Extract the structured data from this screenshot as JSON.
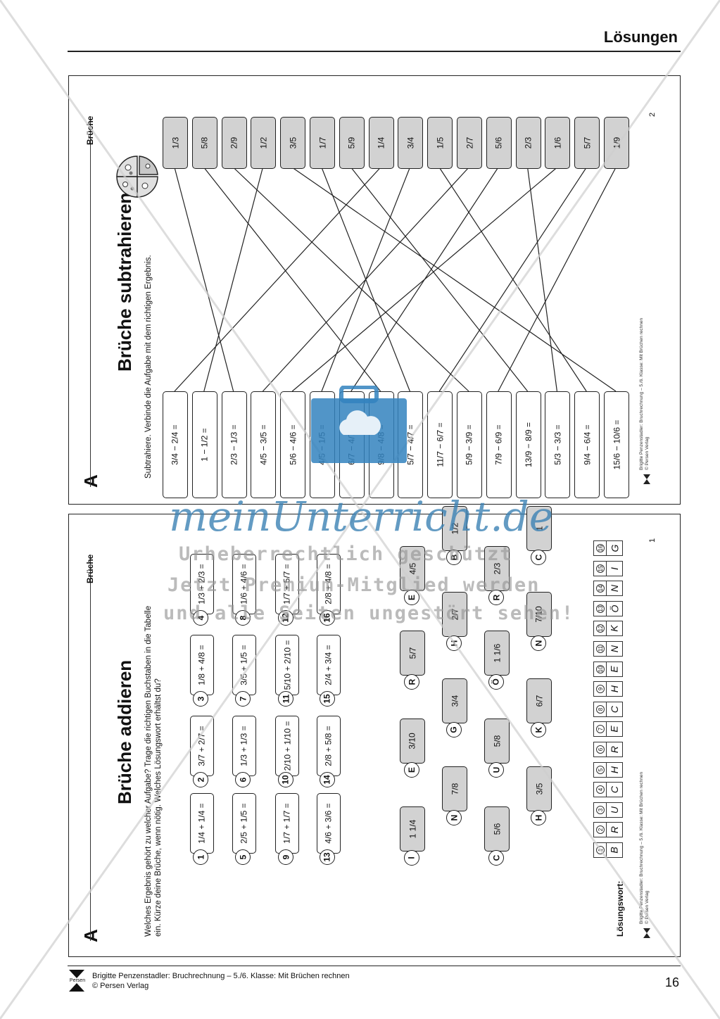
{
  "header": {
    "title": "Lösungen"
  },
  "top_sheet": {
    "corner_letter": "A",
    "category": "Brüche",
    "title": "Brüche subtrahieren",
    "instruction": "Subtrahiere. Verbinde die Aufgabe mit dem richtigen Ergebnis.",
    "page_number": "2",
    "tasks": [
      "3/4 − 2/4 =",
      "1 − 1/2 =",
      "2/3 − 1/3 =",
      "4/5 − 3/5 =",
      "5/6 − 4/6 =",
      "4/5 − 1/5 =",
      "6/7 − 4/7 =",
      "9/8 − 4/8 =",
      "5/7 − 4/7 =",
      "11/7 − 6/7 =",
      "5/9 − 3/9 =",
      "7/9 − 6/9 =",
      "13/9 − 8/9 =",
      "5/3 − 3/3 =",
      "9/4 − 6/4 =",
      "15/6 − 10/6 ="
    ],
    "results": [
      "1/3",
      "5/8",
      "2/9",
      "1/2",
      "3/5",
      "1/7",
      "5/9",
      "1/4",
      "3/4",
      "1/5",
      "2/7",
      "5/6",
      "2/3",
      "1/6",
      "5/7",
      "1/9"
    ],
    "footer_lines": [
      "Brigitte Penzenstadler: Bruchrechnung – 5./6. Klasse: Mit Brüchen rechnen",
      "© Persen Verlag"
    ]
  },
  "bottom_sheet": {
    "corner_letter": "A",
    "category": "Brüche",
    "title": "Brüche addieren",
    "instruction_lines": [
      "Welches Ergebnis gehört zu welcher Aufgabe? Trage die richtigen Buchstaben in die Tabelle",
      "ein. Kürze deine Brüche, wenn nötig. Welches Lösungswort erhältst du?"
    ],
    "page_number": "1",
    "tasks": [
      {
        "n": "1",
        "expr": "1/4 + 1/4 ="
      },
      {
        "n": "2",
        "expr": "3/7 + 2/7 ="
      },
      {
        "n": "3",
        "expr": "1/8 + 4/8 ="
      },
      {
        "n": "4",
        "expr": "1/3 + 2/3 ="
      },
      {
        "n": "5",
        "expr": "2/5 + 1/5 ="
      },
      {
        "n": "6",
        "expr": "1/3 + 1/3 ="
      },
      {
        "n": "7",
        "expr": "3/5 + 1/5 ="
      },
      {
        "n": "8",
        "expr": "1/6 + 4/6 ="
      },
      {
        "n": "9",
        "expr": "1/7 + 1/7 ="
      },
      {
        "n": "10",
        "expr": "2/10 + 1/10 ="
      },
      {
        "n": "11",
        "expr": "5/10 + 2/10 ="
      },
      {
        "n": "12",
        "expr": "1/7 + 5/7 ="
      },
      {
        "n": "13",
        "expr": "4/6 + 3/6 ="
      },
      {
        "n": "14",
        "expr": "2/8 + 5/8 ="
      },
      {
        "n": "15",
        "expr": "2/4 + 3/4 ="
      },
      {
        "n": "16",
        "expr": "2/8 + 4/8 ="
      }
    ],
    "answers": [
      {
        "letter": "I",
        "value": "1 1/4"
      },
      {
        "letter": "E",
        "value": "3/10"
      },
      {
        "letter": "R",
        "value": "5/7"
      },
      {
        "letter": "E",
        "value": "4/5"
      },
      {
        "letter": "N",
        "value": "7/8"
      },
      {
        "letter": "G",
        "value": "3/4"
      },
      {
        "letter": "H",
        "value": "2/7"
      },
      {
        "letter": "B",
        "value": "1/2"
      },
      {
        "letter": "C",
        "value": "5/6"
      },
      {
        "letter": "U",
        "value": "5/8"
      },
      {
        "letter": "Ö",
        "value": "1 1/6"
      },
      {
        "letter": "R",
        "value": "2/3"
      },
      {
        "letter": "H",
        "value": "3/5"
      },
      {
        "letter": "K",
        "value": "6/7"
      },
      {
        "letter": "N",
        "value": "7/10"
      },
      {
        "letter": "C",
        "value": "1"
      }
    ],
    "solution_label": "Lösungswort:",
    "solution_numbers": [
      "1",
      "2",
      "3",
      "4",
      "5",
      "6",
      "7",
      "8",
      "9",
      "10",
      "11",
      "12",
      "13",
      "14",
      "15",
      "16"
    ],
    "solution_letters": [
      "B",
      "R",
      "U",
      "C",
      "H",
      "R",
      "E",
      "C",
      "H",
      "E",
      "N",
      "K",
      "Ö",
      "N",
      "I",
      "G"
    ],
    "footer_lines": [
      "Brigitte Penzenstadler: Bruchrechnung – 5./6. Klasse: Mit Brüchen rechnen",
      "© Persen Verlag"
    ]
  },
  "footer": {
    "publisher_logo": "Persen",
    "line1": "Brigitte Penzenstadler: Bruchrechnung – 5./6. Klasse: Mit Brüchen rechnen",
    "line2": "© Persen Verlag",
    "page_number": "16"
  },
  "watermark": {
    "logo": "meinUnterricht.de",
    "line1": "Urheberrechtlich geschützt",
    "line2": "Jetzt Premium-Mitglied werden",
    "line3": "und alle Seiten ungestört sehen!"
  }
}
